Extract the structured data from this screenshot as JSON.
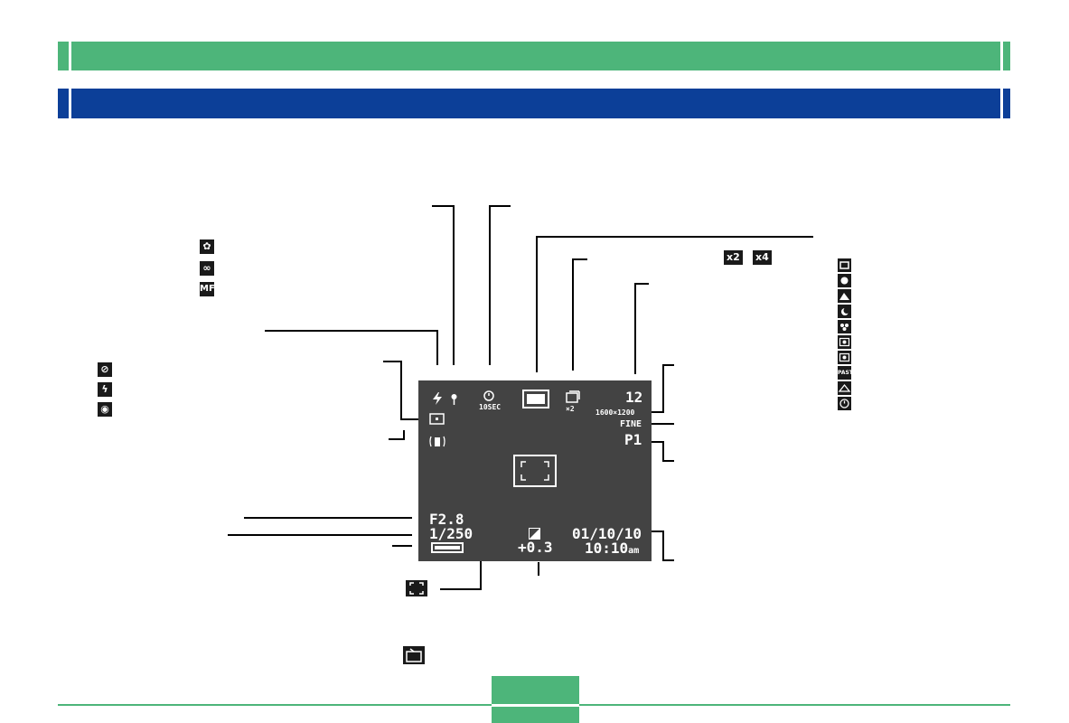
{
  "lcd": {
    "shots_remaining": "12",
    "self_timer_label": "10SEC",
    "zoom_factor": "×2",
    "resolution": "1600×1200",
    "quality": "FINE",
    "program": "P1",
    "aperture": "F2.8",
    "shutter": "1/250",
    "exposure_comp": "+0.3",
    "date": "01/10/10",
    "time": "10:10",
    "time_suffix": "am"
  },
  "legend_icons": {
    "focus_macro": "✿",
    "focus_infinity": "∞",
    "focus_manual": "MF",
    "flash_off": "⊘",
    "flash_on": "ϟ",
    "flash_red_eye": "◉"
  },
  "digital_zoom_badges": [
    "x2",
    "x4"
  ],
  "scene_icons": [
    "frame-icon",
    "portrait-icon",
    "landscape-icon",
    "night-scene-icon",
    "coupling-shot-icon",
    "pre-shot-icon",
    "past-movie-icon",
    "monochrome-icon",
    "timer-icon"
  ],
  "scene_icon_text": {
    "past": "PAST"
  },
  "colors": {
    "header_green": "#4db57a",
    "header_blue": "#0c3f98",
    "lcd_background": "#434343"
  }
}
